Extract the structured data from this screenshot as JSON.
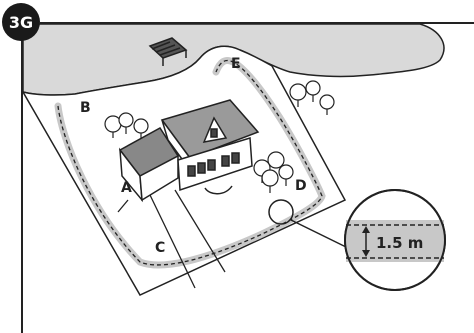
{
  "badge": "3G",
  "labels": {
    "a": "A",
    "b": "B",
    "c": "C",
    "d": "D",
    "e": "E"
  },
  "inset": {
    "distance": "1.5 m"
  },
  "colors": {
    "ink": "#222222",
    "water": "#d9d9d9",
    "wire_band": "#c8c8c8",
    "badge_bg": "#1a1a1a"
  }
}
